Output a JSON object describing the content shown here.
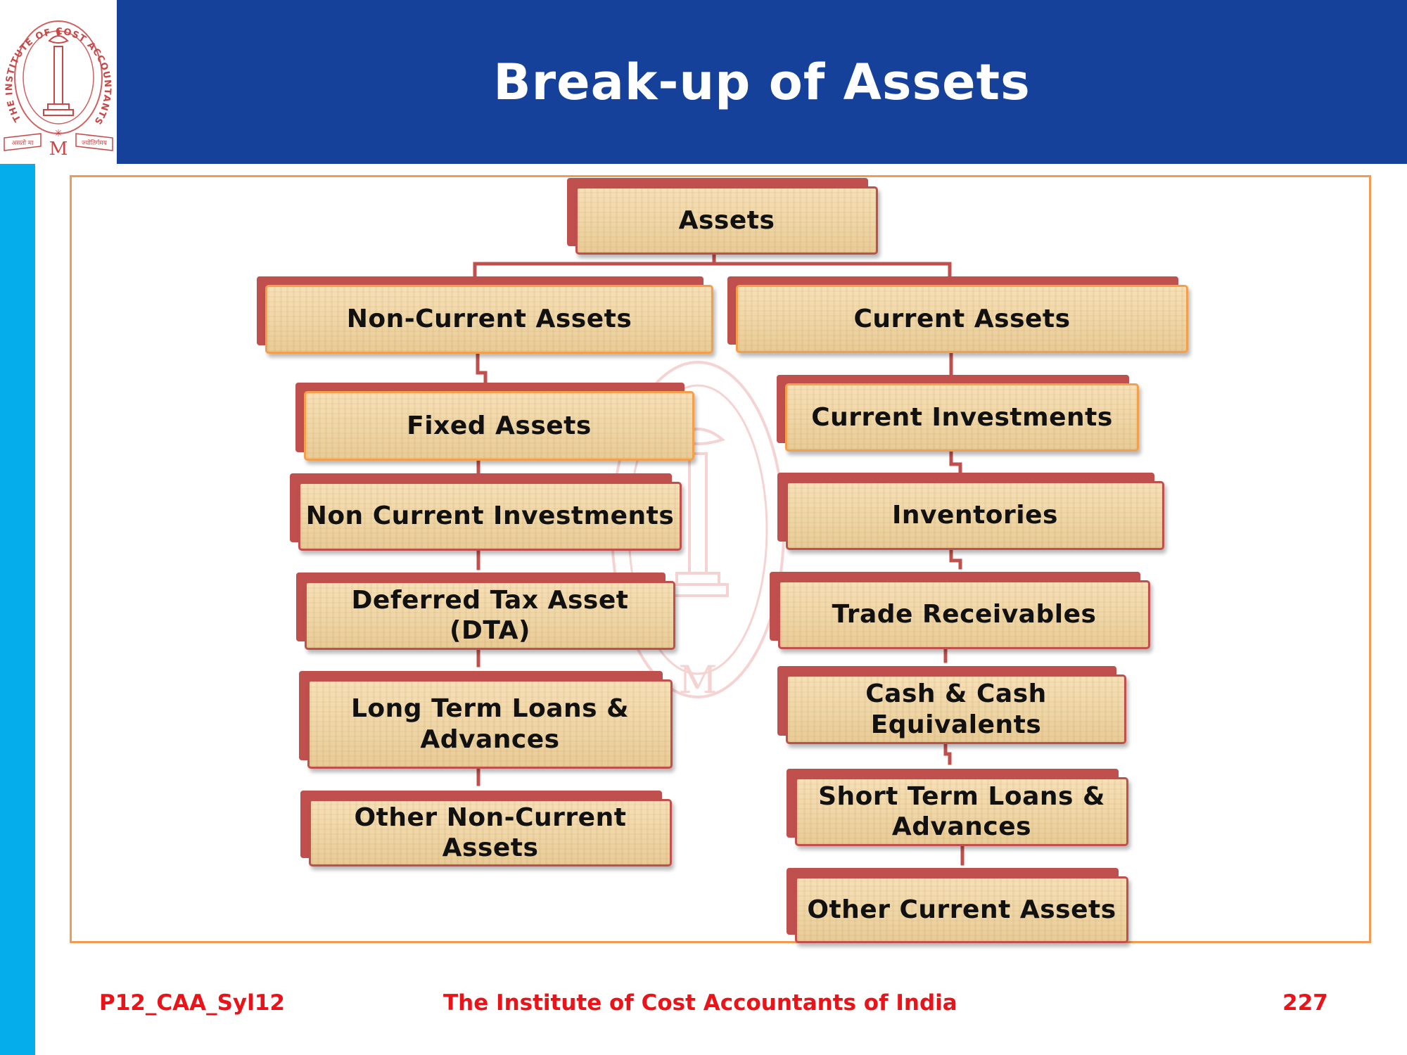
{
  "title": "Break-up of Assets",
  "logo": {
    "arc_text": "THE INSTITUTE OF COST ACCOUNTANTS OF INDIA",
    "left_ribbon": "असतो मा",
    "right_ribbon": "ज्योतिर्गमय",
    "monogram": "M"
  },
  "diagram": {
    "root": "Assets",
    "non_current": {
      "label": "Non-Current Assets",
      "children": [
        "Fixed Assets",
        "Non Current Investments",
        "Deferred Tax Asset (DTA)",
        "Long Term Loans  & Advances",
        "Other Non-Current Assets"
      ]
    },
    "current": {
      "label": "Current Assets",
      "children": [
        "Current Investments",
        "Inventories",
        "Trade Receivables",
        "Cash & Cash Equivalents",
        "Short Term Loans & Advances",
        "Other Current Assets"
      ]
    }
  },
  "footer": {
    "code": "P12_CAA_Syl12",
    "institute": "The Institute of Cost Accountants of India",
    "page": "227"
  },
  "colors": {
    "header_bg": "#15419a",
    "sidebar": "#05aeea",
    "box_border": "#c0504d",
    "box_highlight_border": "#f3a04c",
    "box_fill": "#efd6a6",
    "footer_text": "#e8141a",
    "frame": "#f29b55"
  }
}
